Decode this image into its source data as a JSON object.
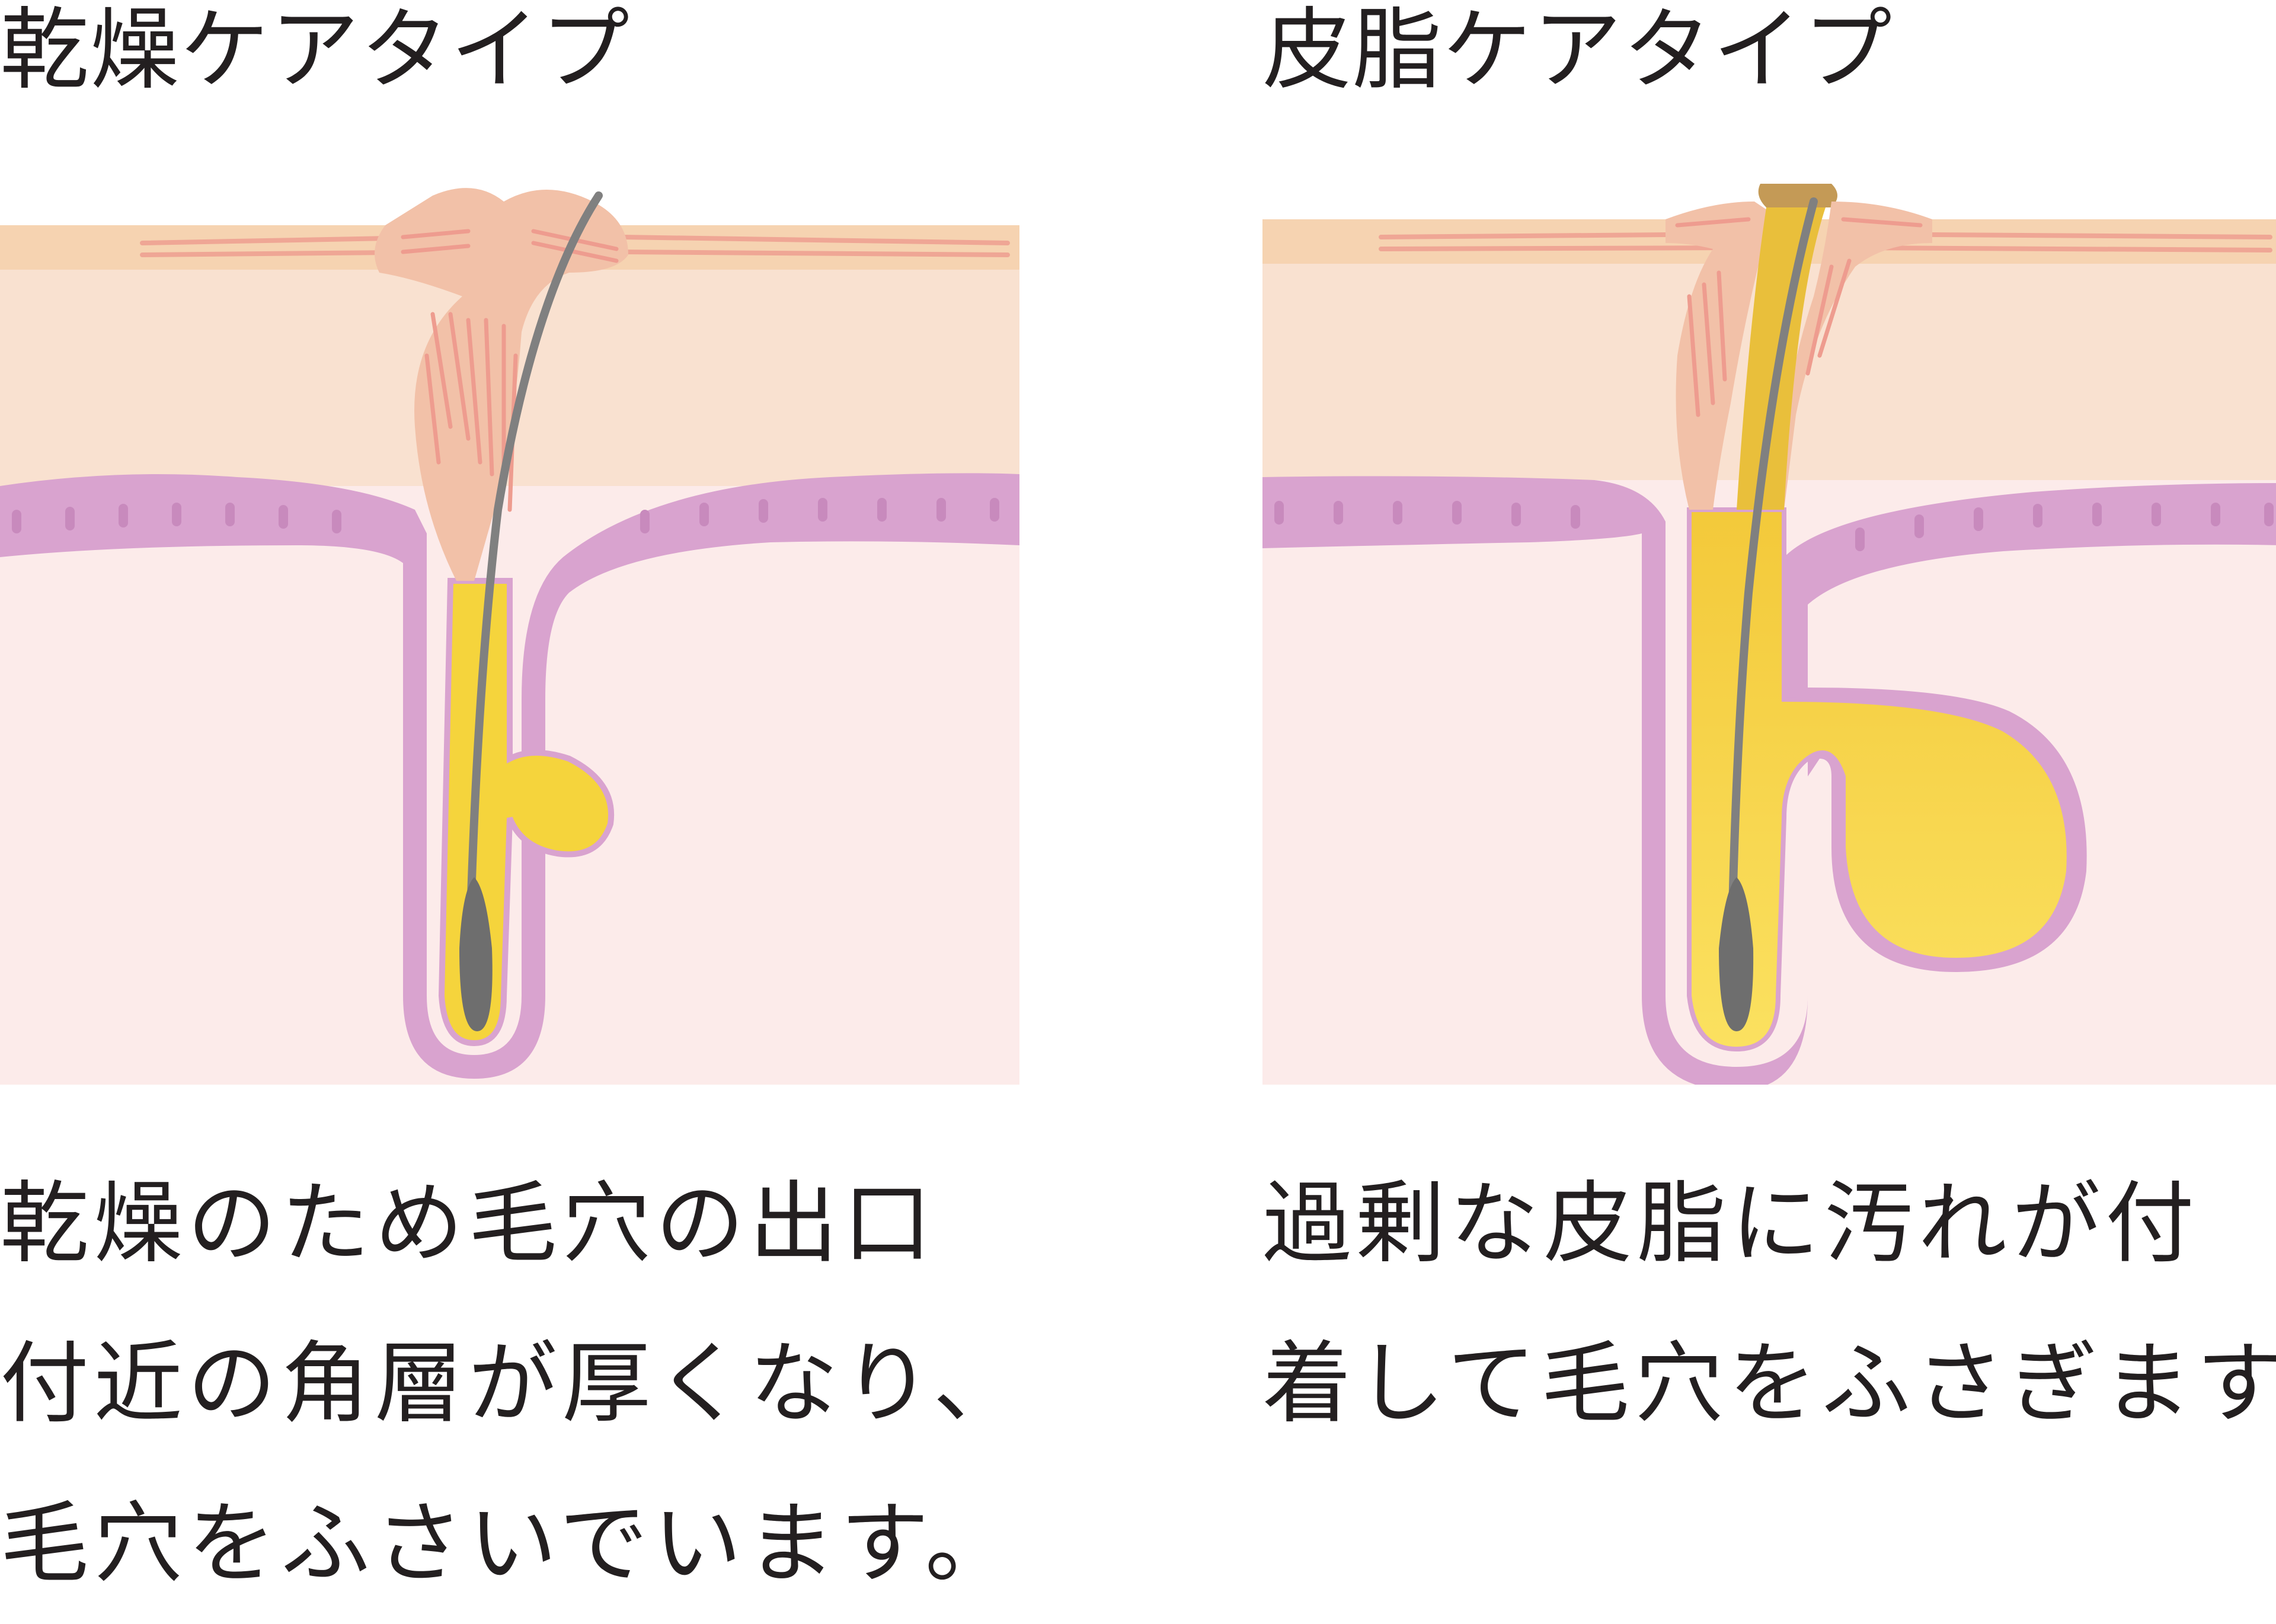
{
  "panels": [
    {
      "title": "乾燥ケアタイプ",
      "caption_lines": [
        "乾燥のため毛穴の出口",
        "付近の角層が厚くなり、",
        "毛穴をふさいでいます。"
      ]
    },
    {
      "title": "皮脂ケアタイプ",
      "caption_lines": [
        "過剰な皮脂に汚れが付",
        "着して毛穴をふさぎます。"
      ]
    }
  ],
  "colors": {
    "text": "#231f20",
    "skin_surface": "#f6d3b1",
    "epidermis": "#f9e1d0",
    "dermis": "#fcebea",
    "basal_layer": "#d9a3cf",
    "basal_cell": "#c88abd",
    "keratin_plug": "#f2c1a8",
    "keratin_stroke": "#ee9c8f",
    "sebum": "#f5d43c",
    "sebum_light": "#fbe77a",
    "sebum_plug": "#c49a56",
    "hair": "#808080",
    "hair_root": "#6e6e6e"
  }
}
